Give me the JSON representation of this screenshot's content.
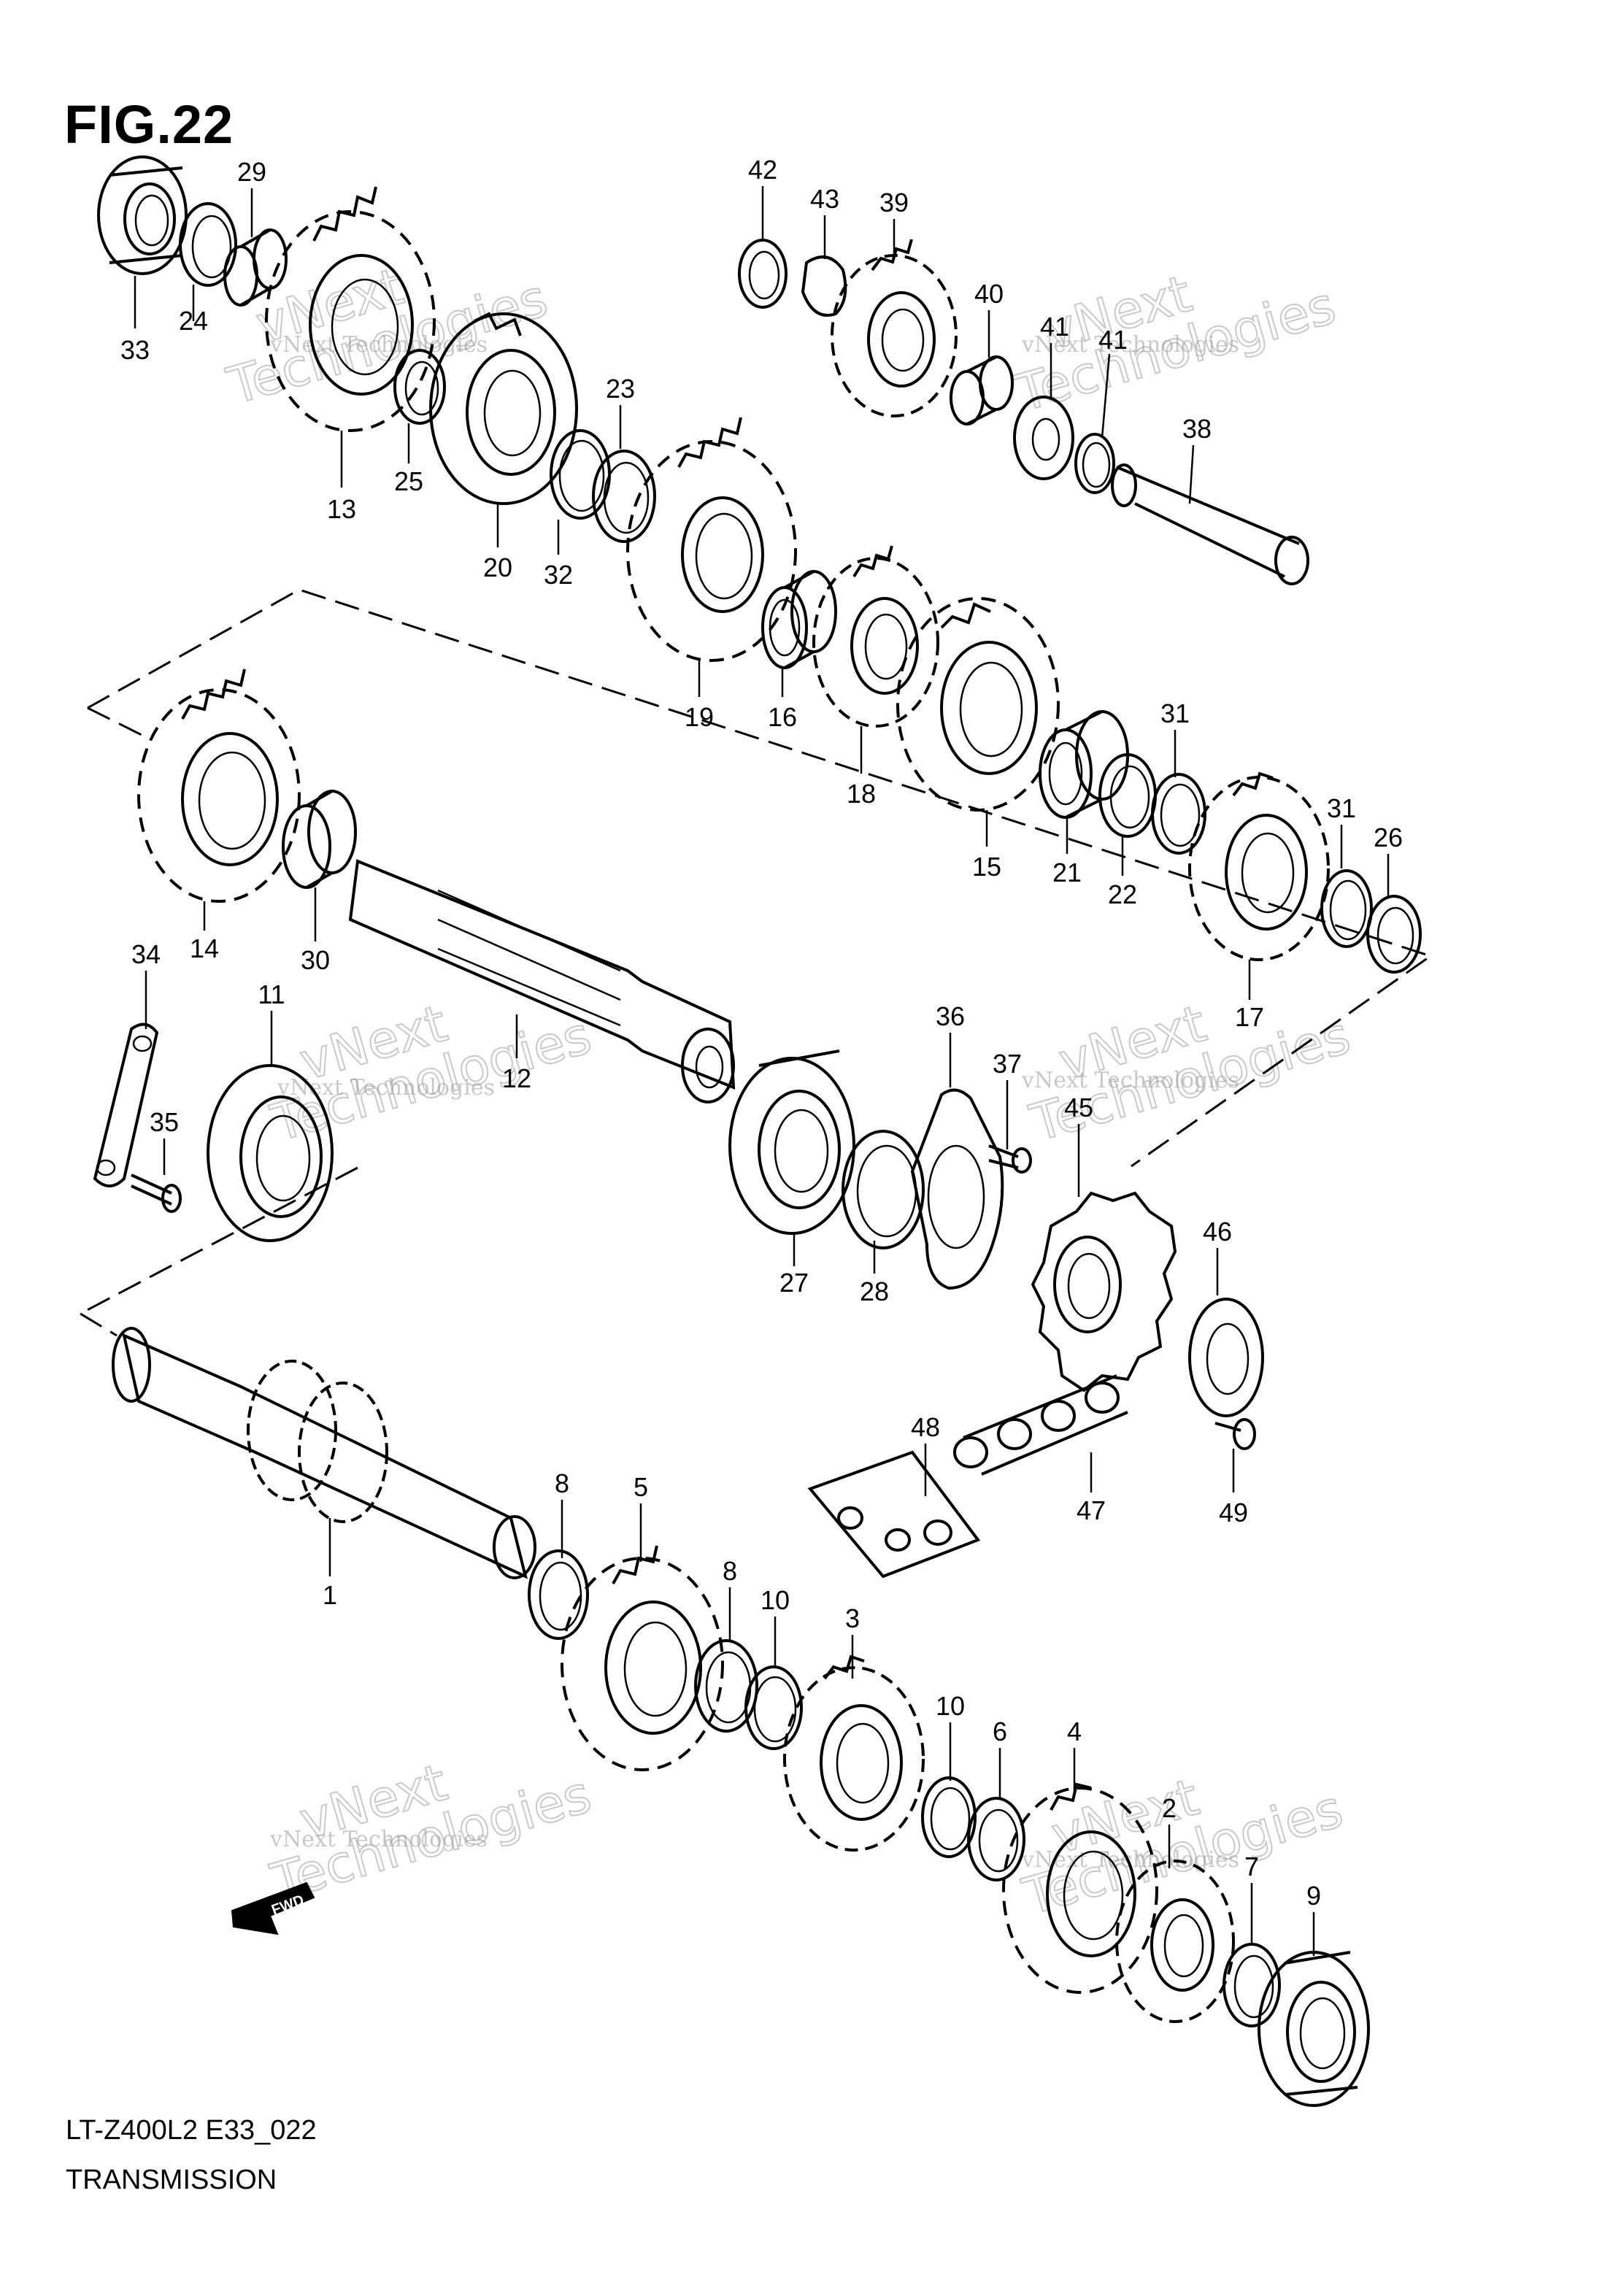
{
  "figure": {
    "title": "FIG.22",
    "model_code": "LT-Z400L2  E33_022",
    "section": "TRANSMISSION"
  },
  "watermark": {
    "line1": "vNext Technologies",
    "line2": "vNext",
    "line3": "Technologies"
  },
  "front_arrow": {
    "label": "FWD"
  },
  "callouts": [
    {
      "id": "c42",
      "label": "42"
    },
    {
      "id": "c43",
      "label": "43"
    },
    {
      "id": "c39",
      "label": "39"
    },
    {
      "id": "c40",
      "label": "40"
    },
    {
      "id": "c41a",
      "label": "41"
    },
    {
      "id": "c41b",
      "label": "41"
    },
    {
      "id": "c38",
      "label": "38"
    },
    {
      "id": "c29",
      "label": "29"
    },
    {
      "id": "c33",
      "label": "33"
    },
    {
      "id": "c24",
      "label": "24"
    },
    {
      "id": "c13",
      "label": "13"
    },
    {
      "id": "c25",
      "label": "25"
    },
    {
      "id": "c20",
      "label": "20"
    },
    {
      "id": "c23",
      "label": "23"
    },
    {
      "id": "c32",
      "label": "32"
    },
    {
      "id": "c19",
      "label": "19"
    },
    {
      "id": "c16",
      "label": "16"
    },
    {
      "id": "c18",
      "label": "18"
    },
    {
      "id": "c15",
      "label": "15"
    },
    {
      "id": "c31a",
      "label": "31"
    },
    {
      "id": "c21",
      "label": "21"
    },
    {
      "id": "c22",
      "label": "22"
    },
    {
      "id": "c31b",
      "label": "31"
    },
    {
      "id": "c26",
      "label": "26"
    },
    {
      "id": "c17",
      "label": "17"
    },
    {
      "id": "c14",
      "label": "14"
    },
    {
      "id": "c30",
      "label": "30"
    },
    {
      "id": "c34",
      "label": "34"
    },
    {
      "id": "c11",
      "label": "11"
    },
    {
      "id": "c35",
      "label": "35"
    },
    {
      "id": "c12",
      "label": "12"
    },
    {
      "id": "c36",
      "label": "36"
    },
    {
      "id": "c37",
      "label": "37"
    },
    {
      "id": "c45",
      "label": "45"
    },
    {
      "id": "c46",
      "label": "46"
    },
    {
      "id": "c27",
      "label": "27"
    },
    {
      "id": "c28",
      "label": "28"
    },
    {
      "id": "c48",
      "label": "48"
    },
    {
      "id": "c47",
      "label": "47"
    },
    {
      "id": "c49",
      "label": "49"
    },
    {
      "id": "c8a",
      "label": "8"
    },
    {
      "id": "c5",
      "label": "5"
    },
    {
      "id": "c1",
      "label": "1"
    },
    {
      "id": "c8b",
      "label": "8"
    },
    {
      "id": "c10a",
      "label": "10"
    },
    {
      "id": "c3",
      "label": "3"
    },
    {
      "id": "c10b",
      "label": "10"
    },
    {
      "id": "c6",
      "label": "6"
    },
    {
      "id": "c4",
      "label": "4"
    },
    {
      "id": "c2",
      "label": "2"
    },
    {
      "id": "c7",
      "label": "7"
    },
    {
      "id": "c9",
      "label": "9"
    }
  ]
}
